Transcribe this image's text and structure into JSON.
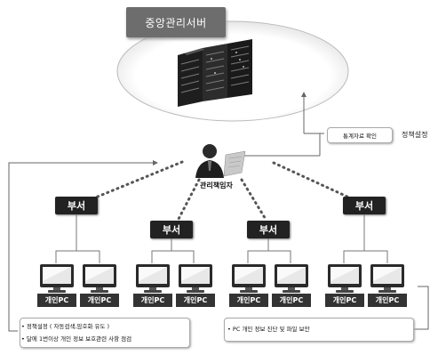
{
  "server": {
    "title": "중앙관리서버"
  },
  "manager": {
    "label": "관리책임자"
  },
  "stats": {
    "label": "통계자료 확인",
    "policy_label": "정책설정"
  },
  "departments": [
    "부서",
    "부서",
    "부서",
    "부서"
  ],
  "pc_label": "개인PC",
  "notes_left": [
    "정책설정 ( 자동검색,암호화 유도 )",
    "달에 1번이상 개인 정보 보호관련 사항 점검"
  ],
  "notes_right": [
    "PC 개인 정보 진단 및 파일 보안"
  ],
  "colors": {
    "dept_bg": "#222222",
    "server_title_bg": "#6d6d6d",
    "dots": "#555555"
  }
}
